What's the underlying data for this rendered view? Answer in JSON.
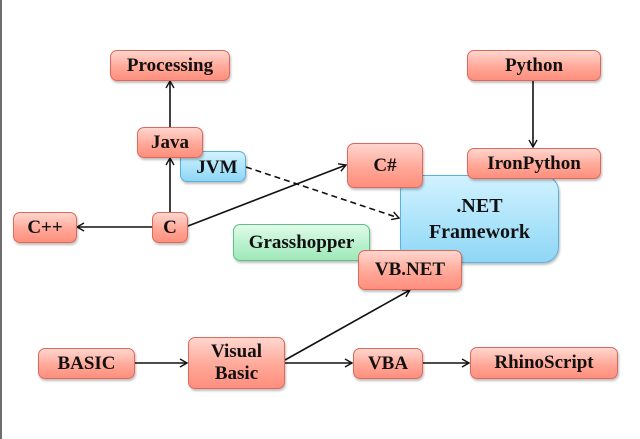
{
  "diagram": {
    "title": "",
    "colors": {
      "language_node": "#ff9e8e",
      "runtime_node": "#a8e2fa",
      "tool_node": "#b6f0cb",
      "edge": "#111111"
    },
    "nodes": [
      {
        "id": "processing",
        "label": "Processing",
        "kind": "language"
      },
      {
        "id": "java",
        "label": "Java",
        "kind": "language"
      },
      {
        "id": "jvm",
        "label": "JVM",
        "kind": "runtime"
      },
      {
        "id": "cpp",
        "label": "C++",
        "kind": "language"
      },
      {
        "id": "c",
        "label": "C",
        "kind": "language"
      },
      {
        "id": "csharp",
        "label": "C#",
        "kind": "language"
      },
      {
        "id": "python",
        "label": "Python",
        "kind": "language"
      },
      {
        "id": "ironpython",
        "label": "IronPython",
        "kind": "language"
      },
      {
        "id": "dotnet",
        "label_line1": ".NET",
        "label_line2": "Framework",
        "kind": "runtime"
      },
      {
        "id": "grasshopper",
        "label": "Grasshopper",
        "kind": "tool"
      },
      {
        "id": "vbnet",
        "label": "VB.NET",
        "kind": "language"
      },
      {
        "id": "basic",
        "label": "BASIC",
        "kind": "language"
      },
      {
        "id": "visualbasic",
        "label_line1": "Visual",
        "label_line2": "Basic",
        "kind": "language"
      },
      {
        "id": "vba",
        "label": "VBA",
        "kind": "language"
      },
      {
        "id": "rhinoscript",
        "label": "RhinoScript",
        "kind": "language"
      }
    ],
    "edges": [
      {
        "from": "java",
        "to": "processing",
        "style": "solid"
      },
      {
        "from": "c",
        "to": "java",
        "style": "solid"
      },
      {
        "from": "c",
        "to": "cpp",
        "style": "solid"
      },
      {
        "from": "c",
        "to": "csharp",
        "style": "solid"
      },
      {
        "from": "jvm",
        "to": "dotnet",
        "style": "dashed"
      },
      {
        "from": "python",
        "to": "ironpython",
        "style": "solid"
      },
      {
        "from": "basic",
        "to": "visualbasic",
        "style": "solid"
      },
      {
        "from": "visualbasic",
        "to": "vba",
        "style": "solid"
      },
      {
        "from": "vba",
        "to": "rhinoscript",
        "style": "solid"
      },
      {
        "from": "visualbasic",
        "to": "vbnet",
        "style": "solid"
      }
    ]
  }
}
